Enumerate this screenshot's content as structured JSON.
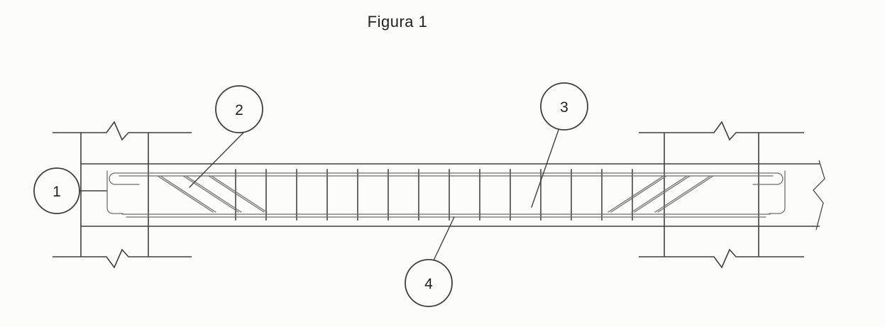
{
  "figure": {
    "title": "Figura 1"
  },
  "callouts": [
    {
      "label": "1"
    },
    {
      "label": "2"
    },
    {
      "label": "3"
    },
    {
      "label": "4"
    }
  ],
  "colors": {
    "line": "#3f3f3f",
    "rebar": "#6e6e6e",
    "paper": "#fcfcfb",
    "text": "#222222"
  }
}
